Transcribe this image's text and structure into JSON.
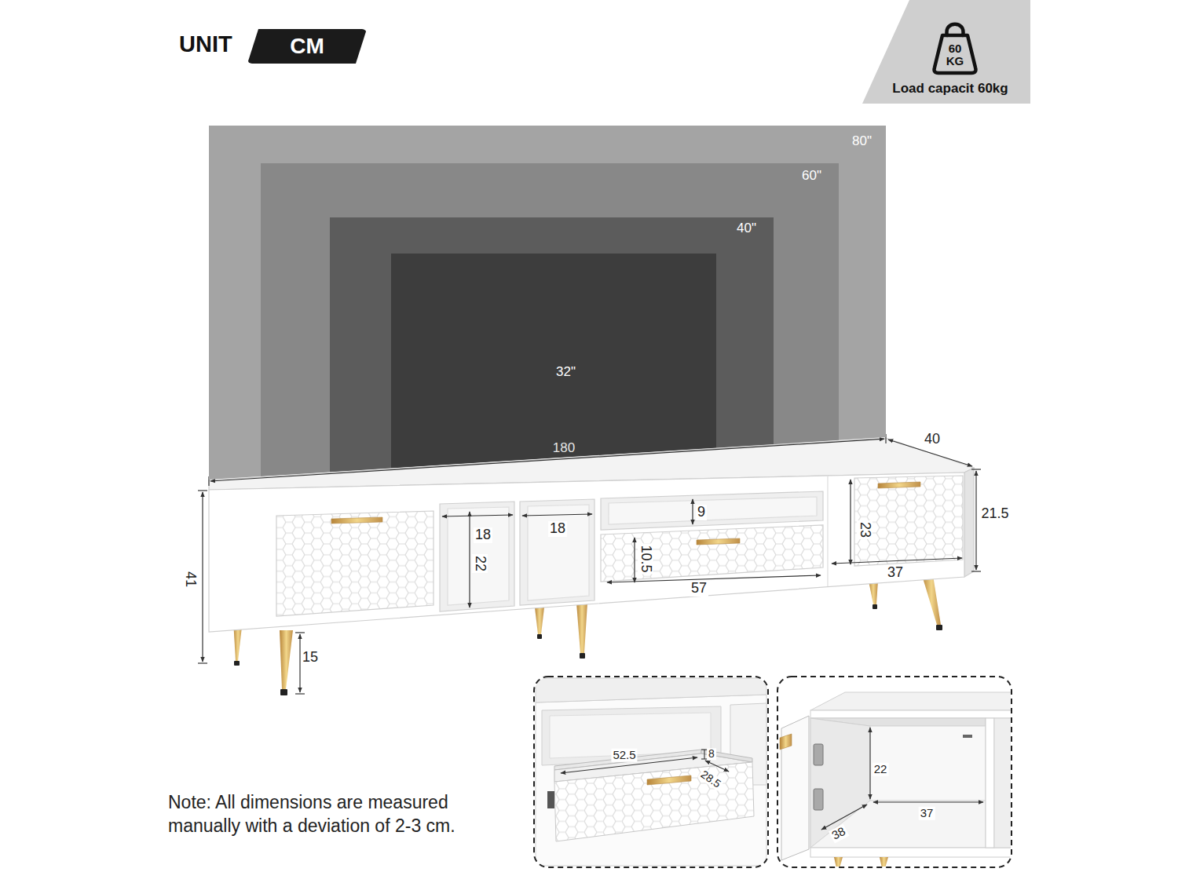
{
  "diagram": {
    "nodes": [
      {
        "text": [
          "CM"
        ]
      },
      {
        "text": [
          "Load capacit 60kg"
        ]
      },
      {
        "text": [
          "60 KG"
        ],
        "in": 1
      },
      {
        "text": [
          "80\""
        ]
      },
      {
        "text": [
          "60\""
        ],
        "in": 3
      },
      {
        "text": [
          "40\""
        ],
        "in": 4
      },
      {
        "text": [
          "32\""
        ],
        "in": 5
      }
    ],
    "labels": [
      "UNIT",
      "180",
      "40",
      "21.5",
      "18",
      "18",
      "22",
      "9",
      "23",
      "41",
      "10.5",
      "57",
      "37",
      "15",
      "52.5",
      "8",
      "28.5",
      "22",
      "37",
      "38",
      "Note: All dimensions are measured manually with a deviation of 2-3 cm."
    ]
  }
}
